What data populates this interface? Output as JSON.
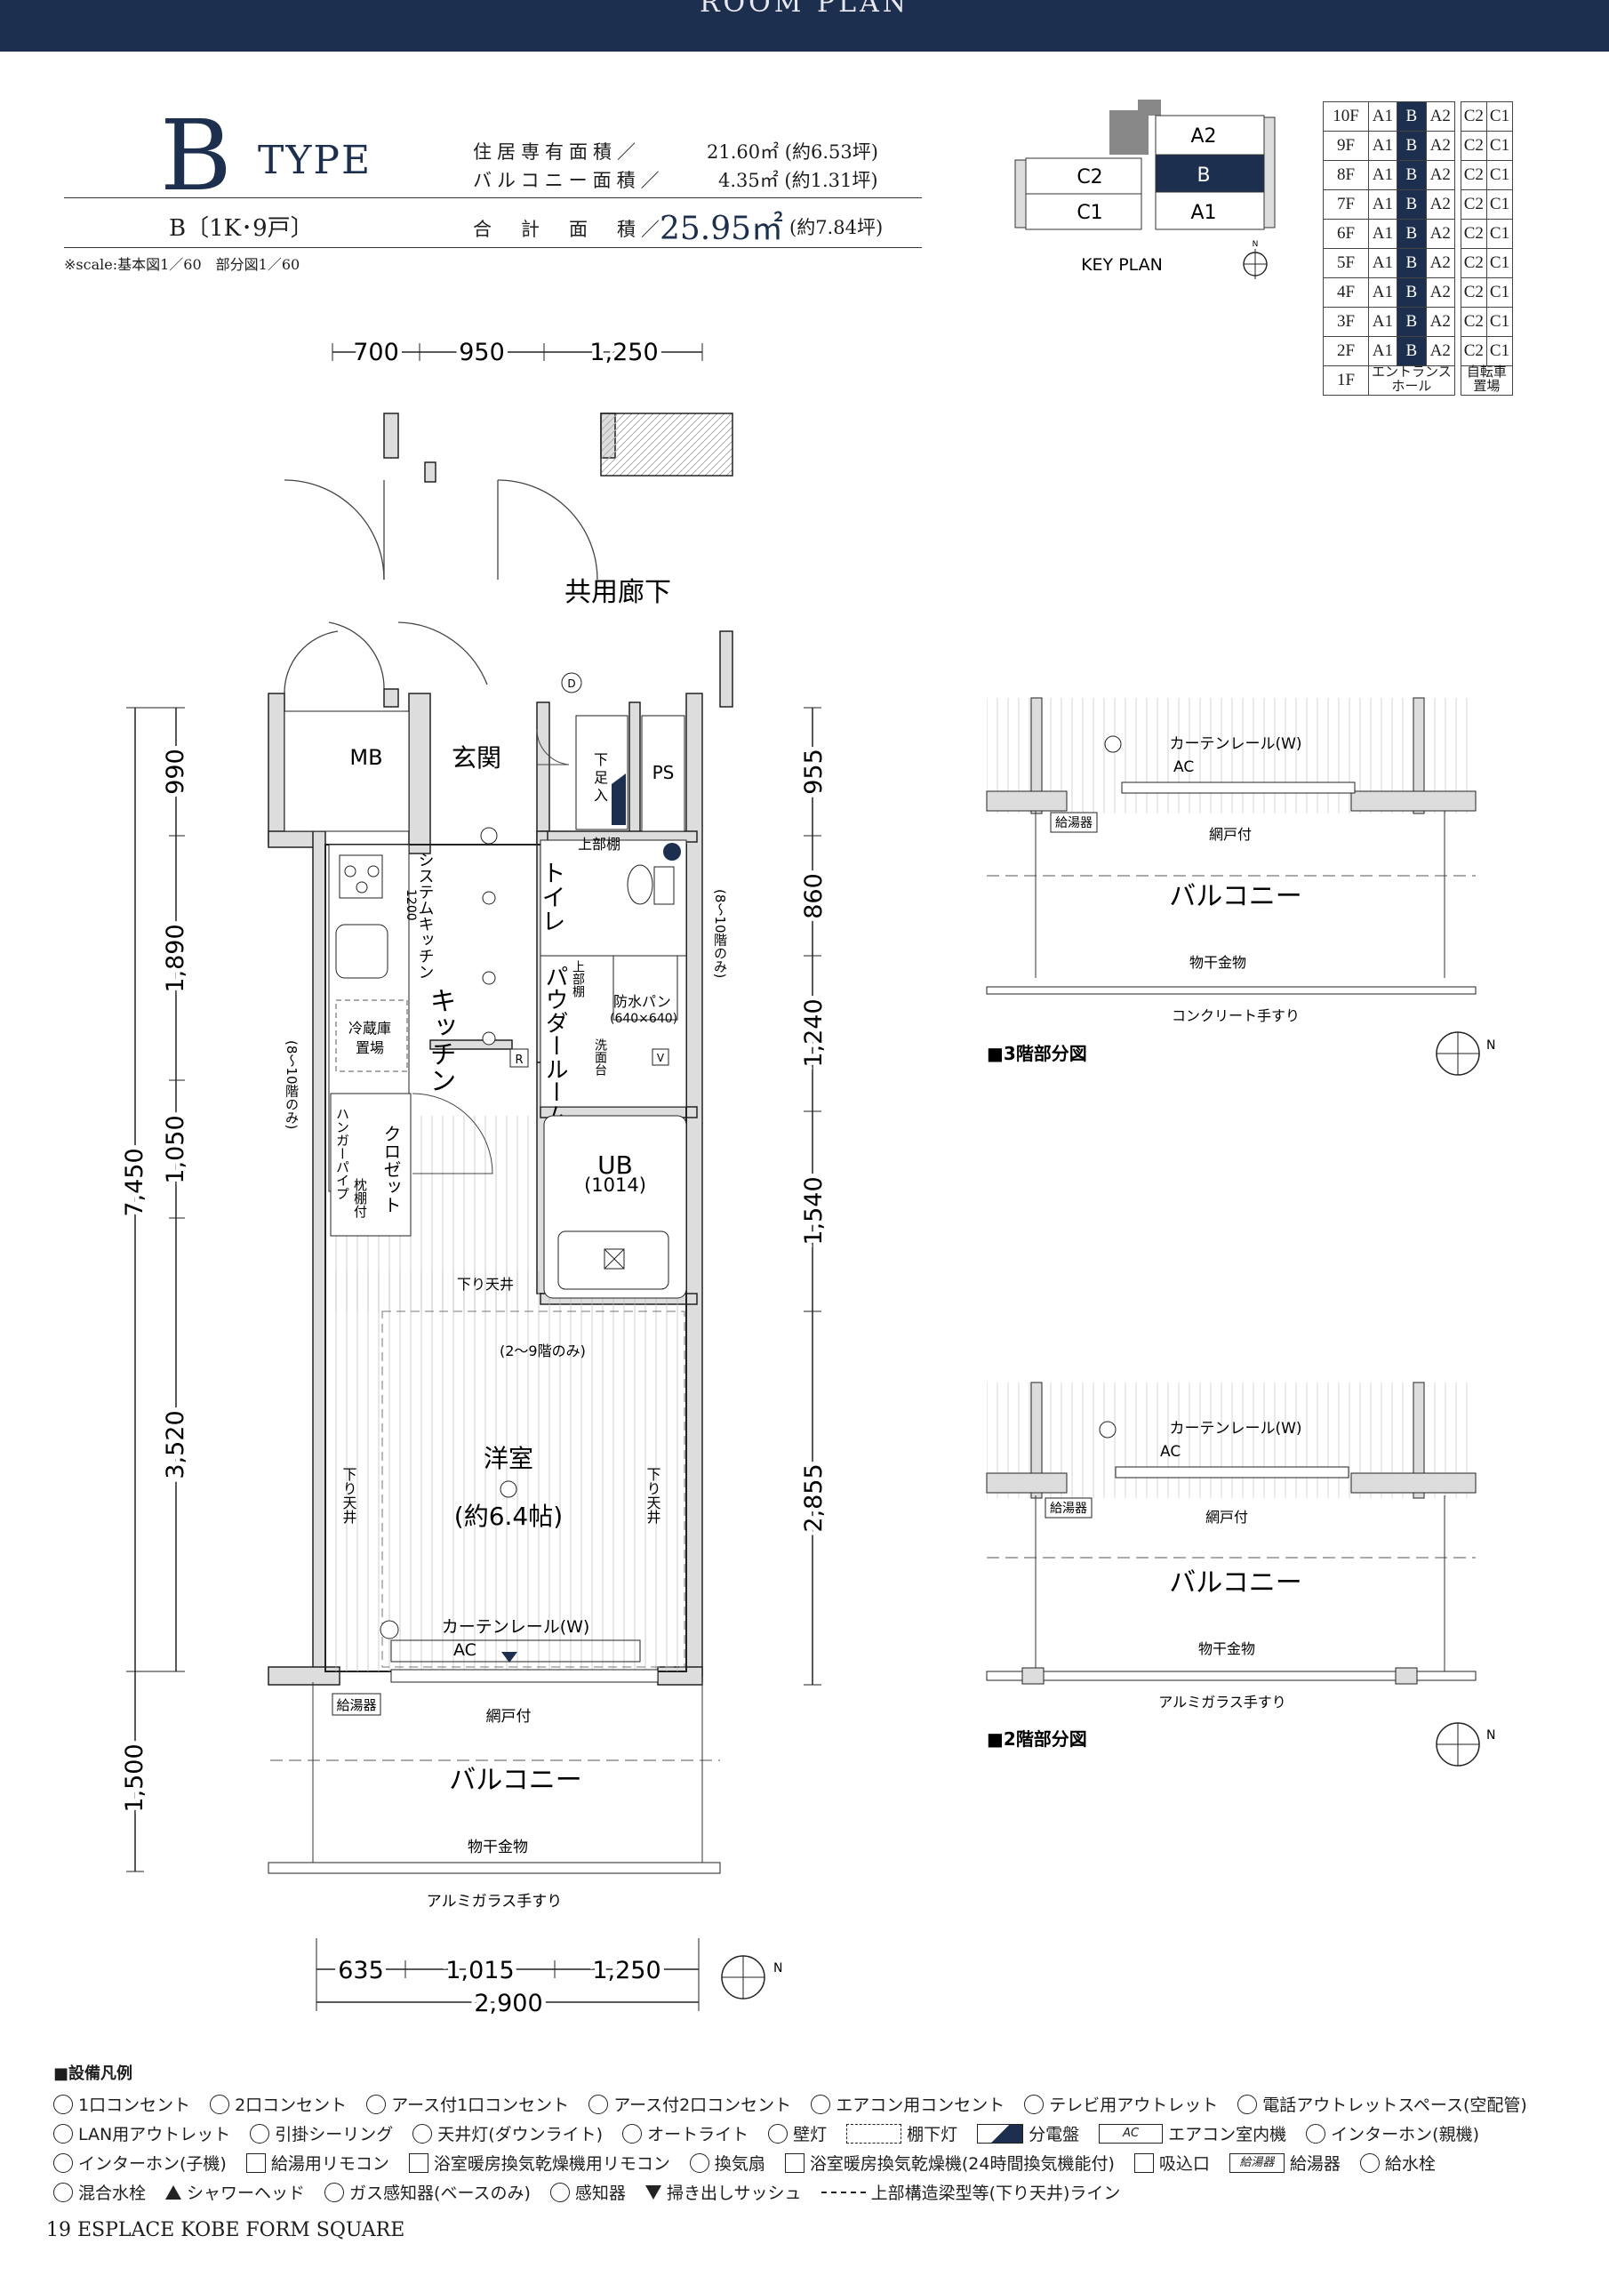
{
  "banner": {
    "title": "ROOM PLAN"
  },
  "header": {
    "type_letter": "B",
    "type_word": "TYPE",
    "unit_label": "B〔1K･9戸〕",
    "scale_note": "※scale:基本図1／60　部分図1／60",
    "private_area_label": "住居専有面積／",
    "private_area_value": "21.60㎡ (約6.53坪)",
    "balcony_area_label": "バルコニー面積／",
    "balcony_area_value": "4.35㎡ (約1.31坪)",
    "total_area_label": "合　計　面　積／",
    "total_area_value": "25.95㎡",
    "total_area_tsubo": "(約7.84坪)"
  },
  "key_plan": {
    "label": "KEY PLAN",
    "north": "N",
    "cells": [
      "A2",
      "C2",
      "B",
      "C1",
      "A1"
    ]
  },
  "floor_table": {
    "rows": [
      {
        "floor": "10F",
        "cells": [
          "A1",
          "B",
          "A2",
          "C2",
          "C1"
        ]
      },
      {
        "floor": "9F",
        "cells": [
          "A1",
          "B",
          "A2",
          "C2",
          "C1"
        ]
      },
      {
        "floor": "8F",
        "cells": [
          "A1",
          "B",
          "A2",
          "C2",
          "C1"
        ]
      },
      {
        "floor": "7F",
        "cells": [
          "A1",
          "B",
          "A2",
          "C2",
          "C1"
        ]
      },
      {
        "floor": "6F",
        "cells": [
          "A1",
          "B",
          "A2",
          "C2",
          "C1"
        ]
      },
      {
        "floor": "5F",
        "cells": [
          "A1",
          "B",
          "A2",
          "C2",
          "C1"
        ]
      },
      {
        "floor": "4F",
        "cells": [
          "A1",
          "B",
          "A2",
          "C2",
          "C1"
        ]
      },
      {
        "floor": "3F",
        "cells": [
          "A1",
          "B",
          "A2",
          "C2",
          "C1"
        ]
      },
      {
        "floor": "2F",
        "cells": [
          "A1",
          "B",
          "A2",
          "C2",
          "C1"
        ]
      }
    ],
    "ground": {
      "floor": "1F",
      "entrance_1": "エントランス",
      "entrance_2": "ホール",
      "bike_1": "自転車",
      "bike_2": "置場"
    }
  },
  "plan": {
    "top_dims": [
      "700",
      "950",
      "1,250"
    ],
    "bottom_dims": [
      "635",
      "1,015",
      "1,250"
    ],
    "bottom_total": "2,900",
    "left_dims": [
      "990",
      "1,890",
      "1,050",
      "3,520",
      "1,500"
    ],
    "left_total": "7,450",
    "right_dims": [
      "955",
      "860",
      "1,240",
      "1,540",
      "2,855"
    ],
    "corridor": "共用廊下",
    "mb": "MB",
    "entrance": "玄関",
    "shoe_1": "下",
    "shoe_2": "足",
    "shoe_3": "入",
    "ps": "PS",
    "upper_shelf": "上部棚",
    "toilet": "トイレ",
    "system_kitchen": "システムキッチン",
    "kitchen_width": "1200",
    "kitchen": "キッチン",
    "fridge_1": "冷蔵庫",
    "fridge_2": "置場",
    "floors_8_10": "(8〜10階のみ)",
    "powder_room": "パウダールーム",
    "upper_shelf_2": "上部棚",
    "pan_1": "防水パン",
    "pan_2": "(640×640)",
    "wash_stand": "洗面台",
    "closet": "クロゼット",
    "hanger": "ハンガーパイプ",
    "hanger_2": "枕棚付",
    "ub": "UB",
    "ub_size": "(1014)",
    "lowered_ceiling": "下り天井",
    "floors_2_9": "(2〜9階のみ)",
    "western_room": "洋室",
    "room_size": "(約6.4帖)",
    "curtain_rail": "カーテンレール(W)",
    "ac": "AC",
    "water_heater": "給湯器",
    "screen_door": "網戸付",
    "balcony": "バルコニー",
    "drying_hardware": "物干金物",
    "glass_railing": "アルミガラス手すり",
    "concrete_railing": "コンクリート手すり",
    "plan_3f": "■3階部分図",
    "plan_2f": "■2階部分図",
    "north": "N"
  },
  "legend": {
    "title": "■設備凡例",
    "row1": [
      "1口コンセント",
      "2口コンセント",
      "アース付1口コンセント",
      "アース付2口コンセント",
      "エアコン用コンセント",
      "テレビ用アウトレット",
      "電話アウトレットスペース(空配管)"
    ],
    "row2": [
      "LAN用アウトレット",
      "引掛シーリング",
      "天井灯(ダウンライト)",
      "オートライト",
      "壁灯",
      "棚下灯",
      "分電盤",
      "エアコン室内機",
      "インターホン(親機)"
    ],
    "row3": [
      "インターホン(子機)",
      "給湯用リモコン",
      "浴室暖房換気乾燥機用リモコン",
      "換気扇",
      "浴室暖房換気乾燥機(24時間換気機能付)",
      "吸込口",
      "給湯器",
      "給水栓"
    ],
    "row4": [
      "混合水栓",
      "シャワーヘッド",
      "ガス感知器(ベースのみ)",
      "感知器",
      "掃き出しサッシュ",
      "上部構造梁型等(下り天井)ライン"
    ]
  },
  "footer": {
    "text": "19 ESPLACE KOBE FORM SQUARE"
  }
}
